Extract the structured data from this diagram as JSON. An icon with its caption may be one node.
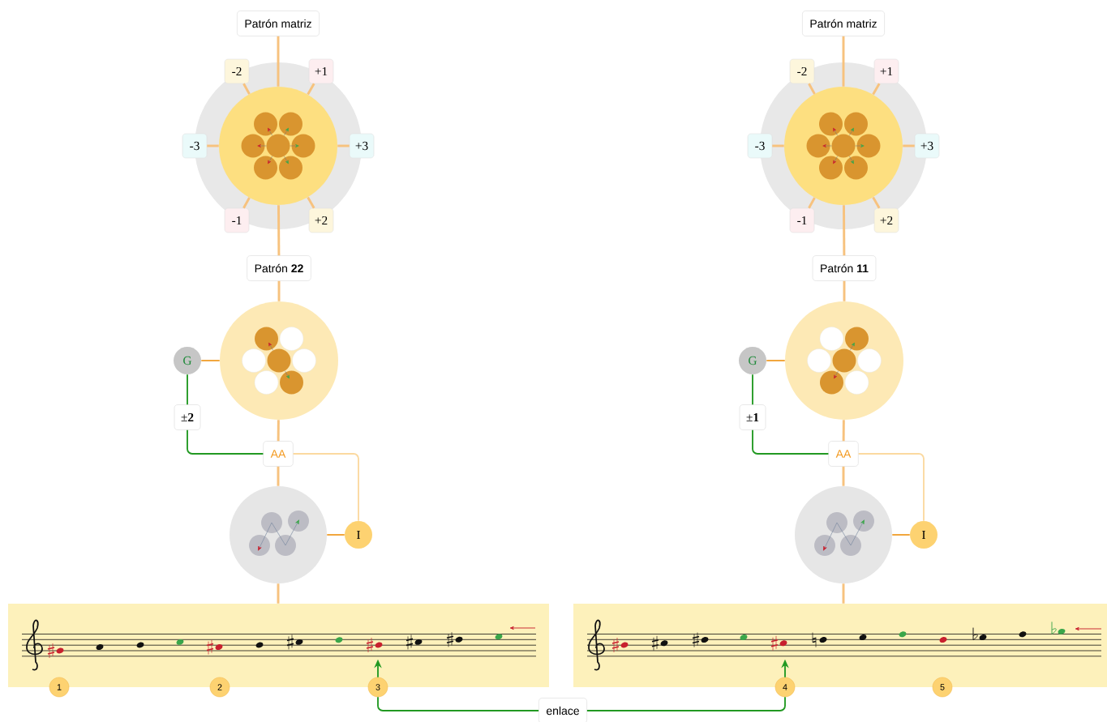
{
  "diagram": {
    "nodes": [
      {
        "text": [
          "Patrón matriz"
        ]
      },
      {
        "text": [],
        "shape": "circle"
      },
      {
        "text": [
          "-2"
        ]
      },
      {
        "text": [
          "+1"
        ]
      },
      {
        "text": [
          "-3"
        ]
      },
      {
        "text": [
          "+3"
        ]
      },
      {
        "text": [
          "-1"
        ]
      },
      {
        "text": [
          "+2"
        ]
      },
      {
        "text": [
          "Patrón **22**"
        ]
      },
      {
        "text": [],
        "shape": "circle"
      },
      {
        "text": [
          "G"
        ]
      },
      {
        "text": [
          "±**2**"
        ]
      },
      {
        "text": [
          "AA"
        ]
      },
      {
        "text": [],
        "shape": "circle"
      },
      {
        "text": [
          "I"
        ]
      },
      {
        "text": [],
        "shape": "box"
      },
      {
        "text": [
          "1"
        ]
      },
      {
        "text": [
          "2"
        ]
      },
      {
        "text": [
          "3"
        ]
      },
      {
        "text": [
          "Patrón matriz"
        ]
      },
      {
        "text": [],
        "shape": "circle"
      },
      {
        "text": [
          "-2"
        ]
      },
      {
        "text": [
          "+1"
        ]
      },
      {
        "text": [
          "-3"
        ]
      },
      {
        "text": [
          "+3"
        ]
      },
      {
        "text": [
          "-1"
        ]
      },
      {
        "text": [
          "+2"
        ]
      },
      {
        "text": [
          "Patrón **11**"
        ]
      },
      {
        "text": [],
        "shape": "circle"
      },
      {
        "text": [
          "G"
        ]
      },
      {
        "text": [
          "±**1**"
        ]
      },
      {
        "text": [
          "AA"
        ]
      },
      {
        "text": [],
        "shape": "circle"
      },
      {
        "text": [
          "I"
        ]
      },
      {
        "text": [],
        "shape": "box"
      },
      {
        "text": [
          "4"
        ]
      },
      {
        "text": [
          "5"
        ]
      },
      {
        "text": [
          "enlace"
        ]
      }
    ],
    "edges": [
      {
        "from": 0,
        "to": 1,
        "arrow": "none"
      },
      {
        "from": 1,
        "to": 2,
        "arrow": "none"
      },
      {
        "from": 1,
        "to": 3,
        "arrow": "none"
      },
      {
        "from": 1,
        "to": 4,
        "arrow": "none"
      },
      {
        "from": 1,
        "to": 5,
        "arrow": "none"
      },
      {
        "from": 1,
        "to": 6,
        "arrow": "none"
      },
      {
        "from": 1,
        "to": 7,
        "arrow": "none"
      },
      {
        "from": 1,
        "to": 8,
        "arrow": "none"
      },
      {
        "from": 8,
        "to": 9,
        "arrow": "none"
      },
      {
        "from": 9,
        "to": 12,
        "arrow": "none"
      },
      {
        "from": 12,
        "to": 13,
        "arrow": "none"
      },
      {
        "from": 13,
        "to": 15,
        "arrow": "none"
      },
      {
        "from": 9,
        "to": 10,
        "arrow": "none",
        "color": "#f0a030"
      },
      {
        "from": 10,
        "to": 11,
        "arrow": "none",
        "color": "#229922"
      },
      {
        "from": 11,
        "to": 12,
        "arrow": "none",
        "color": "#229922"
      },
      {
        "from": 12,
        "to": 14,
        "arrow": "none",
        "color": "#fbd9a0"
      },
      {
        "from": 13,
        "to": 14,
        "arrow": "none",
        "color": "#f0a030"
      },
      {
        "from": 19,
        "to": 20,
        "arrow": "none"
      },
      {
        "from": 20,
        "to": 21,
        "arrow": "none"
      },
      {
        "from": 20,
        "to": 22,
        "arrow": "none"
      },
      {
        "from": 20,
        "to": 23,
        "arrow": "none"
      },
      {
        "from": 20,
        "to": 24,
        "arrow": "none"
      },
      {
        "from": 20,
        "to": 25,
        "arrow": "none"
      },
      {
        "from": 20,
        "to": 26,
        "arrow": "none"
      },
      {
        "from": 20,
        "to": 27,
        "arrow": "none"
      },
      {
        "from": 27,
        "to": 28,
        "arrow": "none"
      },
      {
        "from": 28,
        "to": 31,
        "arrow": "none"
      },
      {
        "from": 31,
        "to": 32,
        "arrow": "none"
      },
      {
        "from": 32,
        "to": 34,
        "arrow": "none"
      },
      {
        "from": 28,
        "to": 29,
        "arrow": "none",
        "color": "#f0a030"
      },
      {
        "from": 29,
        "to": 30,
        "arrow": "none",
        "color": "#229922"
      },
      {
        "from": 30,
        "to": 31,
        "arrow": "none",
        "color": "#229922"
      },
      {
        "from": 31,
        "to": 33,
        "arrow": "none",
        "color": "#fbd9a0"
      },
      {
        "from": 32,
        "to": 33,
        "arrow": "none",
        "color": "#f0a030"
      },
      {
        "from": 37,
        "to": 18,
        "arrow": "none",
        "color": "#229922"
      },
      {
        "from": 18,
        "to": 15,
        "arrow": "to",
        "color": "#229922"
      },
      {
        "from": 37,
        "to": 35,
        "arrow": "none",
        "color": "#229922"
      },
      {
        "from": 35,
        "to": 34,
        "arrow": "to",
        "color": "#229922"
      }
    ]
  }
}
